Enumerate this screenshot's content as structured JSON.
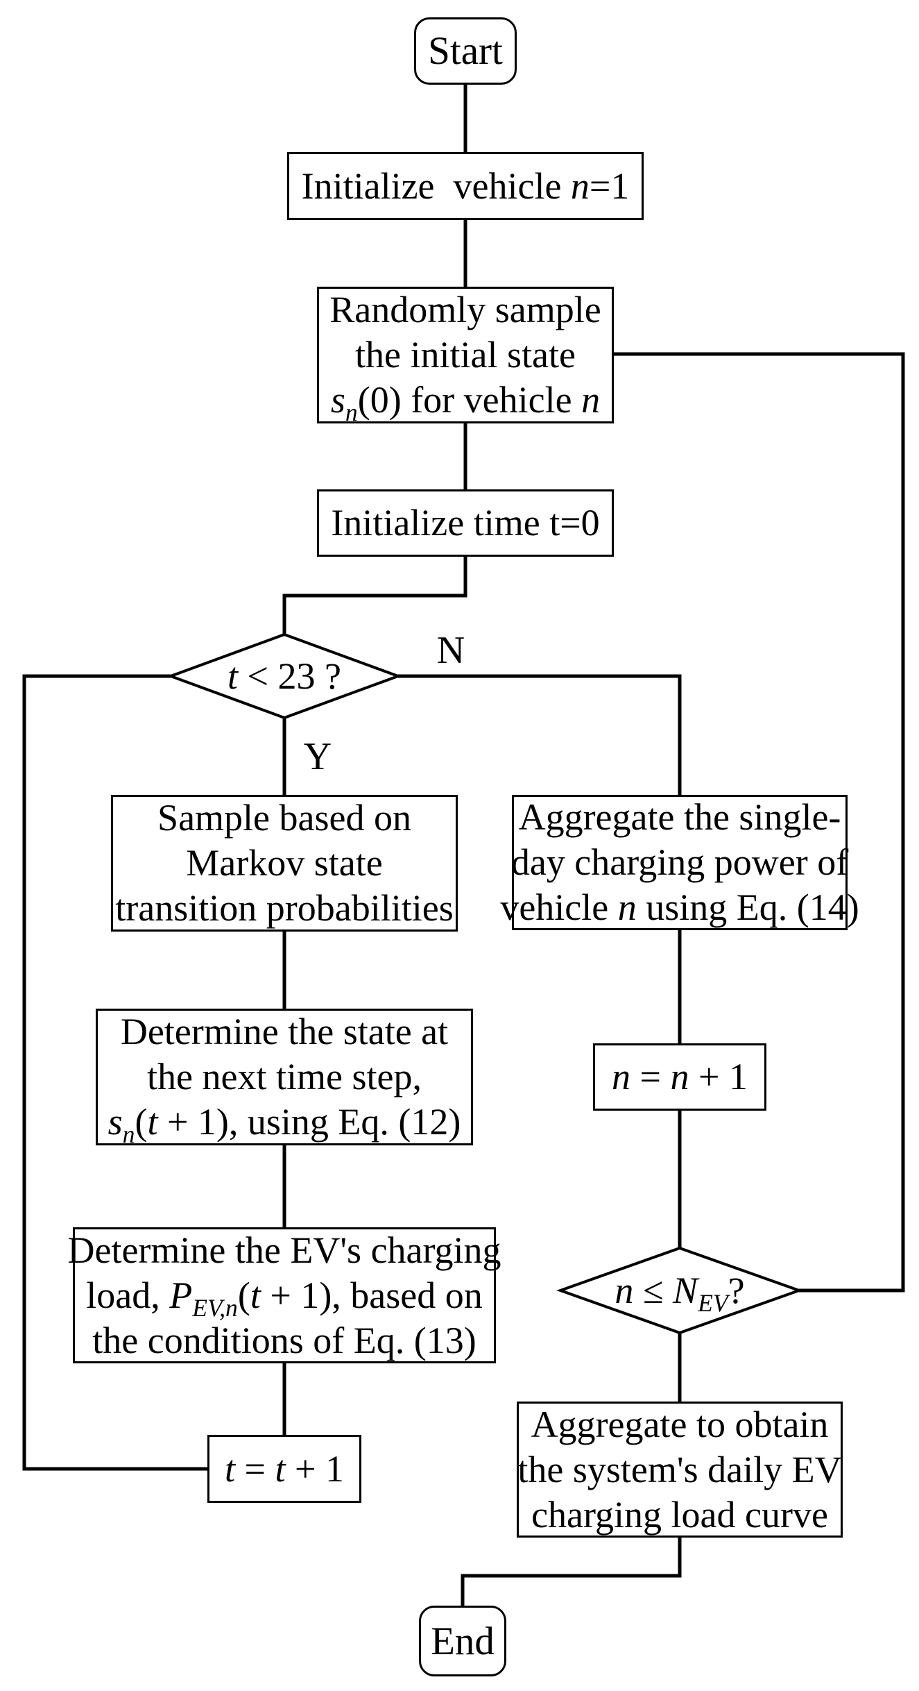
{
  "palette": {
    "stroke": "#000000",
    "background": "#ffffff"
  },
  "nodes": {
    "start": {
      "shape": "rounded-terminal",
      "label": [
        [
          {
            "t": "Start"
          }
        ]
      ]
    },
    "init_vehicle": {
      "shape": "process",
      "label": [
        [
          {
            "t": "Initialize  vehicle "
          },
          {
            "t": "n",
            "i": true
          },
          {
            "t": "=1"
          }
        ]
      ]
    },
    "random_initial_state": {
      "shape": "process",
      "label": [
        [
          {
            "t": "Randomly sample"
          }
        ],
        [
          {
            "t": "the initial state"
          }
        ],
        [
          {
            "t": "s",
            "i": true
          },
          {
            "t": "n",
            "i": true,
            "sub": true
          },
          {
            "t": "(0) for vehicle "
          },
          {
            "t": "n",
            "i": true
          }
        ]
      ]
    },
    "init_time": {
      "shape": "process",
      "label": [
        [
          {
            "t": "Initialize time t=0"
          }
        ]
      ]
    },
    "decision_time": {
      "shape": "decision",
      "label": [
        [
          {
            "t": "t",
            "i": true
          },
          {
            "t": " < 23 ?"
          }
        ]
      ]
    },
    "sample_markov": {
      "shape": "process",
      "label": [
        [
          {
            "t": "Sample based on"
          }
        ],
        [
          {
            "t": "Markov state"
          }
        ],
        [
          {
            "t": "transition probabilities"
          }
        ]
      ]
    },
    "aggregate_day": {
      "shape": "process",
      "label": [
        [
          {
            "t": "Aggregate the single-"
          }
        ],
        [
          {
            "t": "day charging power of"
          }
        ],
        [
          {
            "t": "vehicle "
          },
          {
            "t": "n",
            "i": true
          },
          {
            "t": " using Eq. (14)"
          }
        ]
      ]
    },
    "determine_state": {
      "shape": "process",
      "label": [
        [
          {
            "t": "Determine the state at"
          }
        ],
        [
          {
            "t": "the next time step,"
          }
        ],
        [
          {
            "t": "s",
            "i": true
          },
          {
            "t": "n",
            "i": true,
            "sub": true
          },
          {
            "t": "("
          },
          {
            "t": "t",
            "i": true
          },
          {
            "t": " + 1), using Eq. (12)"
          }
        ]
      ]
    },
    "increment_vehicle": {
      "shape": "process",
      "label": [
        [
          {
            "t": "n",
            "i": true
          },
          {
            "t": " = "
          },
          {
            "t": "n",
            "i": true
          },
          {
            "t": " + 1"
          }
        ]
      ]
    },
    "determine_load": {
      "shape": "process",
      "label": [
        [
          {
            "t": "Determine the EV's charging"
          }
        ],
        [
          {
            "t": "load, "
          },
          {
            "t": "P",
            "i": true
          },
          {
            "t": "EV,n",
            "i": true,
            "sub": true
          },
          {
            "t": "("
          },
          {
            "t": "t",
            "i": true
          },
          {
            "t": " + 1), based on"
          }
        ],
        [
          {
            "t": "the conditions of Eq. (13)"
          }
        ]
      ]
    },
    "decision_vehicles": {
      "shape": "decision",
      "label": [
        [
          {
            "t": "n",
            "i": true
          },
          {
            "t": " ≤ "
          },
          {
            "t": "N",
            "i": true
          },
          {
            "t": "EV",
            "i": true,
            "sub": true
          },
          {
            "t": "?"
          }
        ]
      ]
    },
    "increment_time": {
      "shape": "process",
      "label": [
        [
          {
            "t": "t",
            "i": true
          },
          {
            "t": " = "
          },
          {
            "t": "t",
            "i": true
          },
          {
            "t": " + 1"
          }
        ]
      ]
    },
    "aggregate_system": {
      "shape": "process",
      "label": [
        [
          {
            "t": "Aggregate to obtain"
          }
        ],
        [
          {
            "t": "the system's daily EV"
          }
        ],
        [
          {
            "t": "charging load curve"
          }
        ]
      ]
    },
    "end": {
      "shape": "rounded-terminal",
      "label": [
        [
          {
            "t": "End"
          }
        ]
      ]
    }
  },
  "edge_labels": {
    "no_branch": "N",
    "yes_branch": "Y"
  }
}
